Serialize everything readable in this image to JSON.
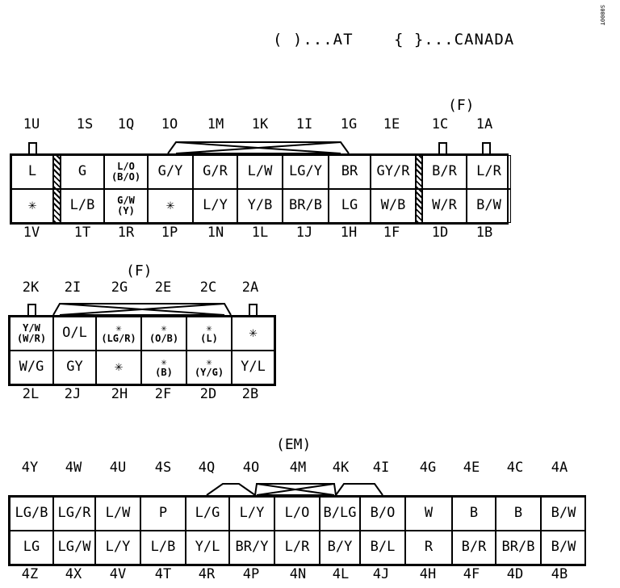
{
  "legend": {
    "at": "( )...AT",
    "canada": "{ }...CANADA"
  },
  "margin_mark": "S0000T",
  "c1": {
    "tag": "(F)",
    "top_labels": [
      "1U",
      "1S",
      "1Q",
      "1O",
      "1M",
      "1K",
      "1I",
      "1G",
      "1E",
      "1C",
      "1A"
    ],
    "bottom_labels": [
      "1V",
      "1T",
      "1R",
      "1P",
      "1N",
      "1L",
      "1J",
      "1H",
      "1F",
      "1D",
      "1B"
    ],
    "top_row": [
      "L",
      "",
      "G",
      "L/O\n(B/O)",
      "G/Y",
      "G/R",
      "L/W",
      "LG/Y",
      "BR",
      "GY/R",
      "",
      "B/R",
      "L/R"
    ],
    "bottom_row": [
      "✳",
      "",
      "L/B",
      "G/W\n(Y)",
      "✳",
      "L/Y",
      "Y/B",
      "BR/B",
      "LG",
      "W/B",
      "",
      "W/R",
      "B/W"
    ]
  },
  "c2": {
    "tag": "(F)",
    "top_labels": [
      "2K",
      "2I",
      "2G",
      "2E",
      "2C",
      "2A"
    ],
    "bottom_labels": [
      "2L",
      "2J",
      "2H",
      "2F",
      "2D",
      "2B"
    ],
    "top_row": [
      "Y/W\n(W/R)",
      "O/L",
      "✳\n(LG/R)",
      "✳\n(O/B)",
      "✳\n(L)",
      "✳"
    ],
    "bottom_row": [
      "W/G",
      "GY",
      "✳",
      "✳\n(B)",
      "✳\n(Y/G)",
      "Y/L"
    ]
  },
  "c4": {
    "tag": "(EM)",
    "top_labels": [
      "4Y",
      "4W",
      "4U",
      "4S",
      "4Q",
      "4O",
      "4M",
      "4K",
      "4I",
      "4G",
      "4E",
      "4C",
      "4A"
    ],
    "bottom_labels": [
      "4Z",
      "4X",
      "4V",
      "4T",
      "4R",
      "4P",
      "4N",
      "4L",
      "4J",
      "4H",
      "4F",
      "4D",
      "4B"
    ],
    "top_row": [
      "LG/B",
      "LG/R",
      "L/W",
      "P",
      "L/G",
      "L/Y",
      "L/O",
      "B/LG",
      "B/O",
      "W",
      "B",
      "B",
      "B/W"
    ],
    "bottom_row": [
      "LG",
      "LG/W",
      "L/Y",
      "L/B",
      "Y/L",
      "BR/Y",
      "L/R",
      "B/Y",
      "B/L",
      "R",
      "B/R",
      "BR/B",
      "B/W"
    ]
  }
}
